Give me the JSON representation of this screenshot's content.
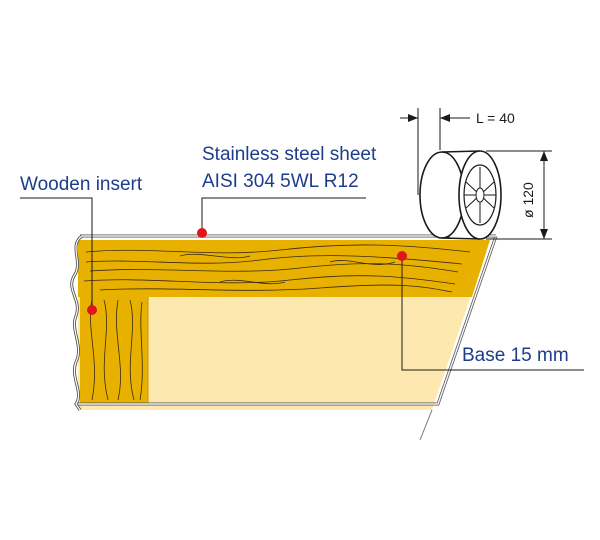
{
  "labels": {
    "wooden_insert": "Wooden insert",
    "sheet_line1": "Stainless steel sheet",
    "sheet_line2": "AISI 304 5WL R12",
    "base": "Base 15 mm",
    "length": "L = 40",
    "diameter": "ø 120"
  },
  "colors": {
    "label_text": "#1d3c8c",
    "wood": "#e8b100",
    "wood_light": "#fde9b0",
    "grain": "#3a2a10",
    "marker": "#e0141c",
    "steel": "#f2f2f2"
  }
}
